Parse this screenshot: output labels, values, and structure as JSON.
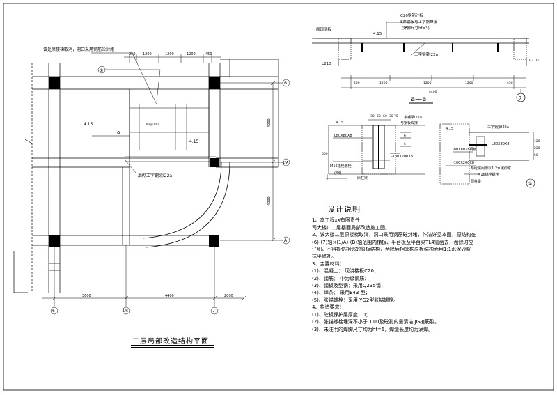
{
  "plan": {
    "title": "二层局部改造结构平面",
    "top_note": "该处原楼梯取消，洞口采用钢筋砼封堵",
    "dims_top": [
      "250",
      "1200",
      "1200",
      "1200",
      "450"
    ],
    "dims_bottom": [
      "3600",
      "4400",
      "2000"
    ],
    "dims_right": [
      "4000",
      "4000"
    ],
    "elev_left": "4.15",
    "elev_mid": "4.15",
    "section_mark": "a",
    "callout": "①",
    "beam_label": "后砌工字钢梁I22a",
    "anchor_label": "M8@100",
    "axes_right": [
      "B",
      "1/A",
      "A"
    ],
    "axes_bottom": [
      "6",
      "1/6",
      "7"
    ]
  },
  "section": {
    "title": "a—a",
    "axis": "7",
    "slab": "C20钢筋砼板",
    "rebar": "8厚钢板与工字钢焊接",
    "rebar_note": "(焊脚尺寸hf=3)",
    "existing": "原现浇板",
    "beam": "工字钢梁I22a",
    "elev": "4.15",
    "left_beam": "L210",
    "right_beam": "L210",
    "dims": [
      "250",
      "1200",
      "1200",
      "1200",
      "450"
    ],
    "total": "4400"
  },
  "detail_left": {
    "elev": "4.15",
    "dims_top": [
      "30",
      "60",
      "60",
      "30",
      "70"
    ],
    "beam": "工字钢梁I22a",
    "weld": "与钢板焊接",
    "plate": "L80X80X8",
    "height": "500",
    "bolt": "M16锚栓螺栓",
    "bolt_count": "(4X)",
    "plate2": "-100X200X8",
    "base": "原柱梁",
    "weld_sym": "6"
  },
  "detail_right": {
    "elev": "4.15",
    "beam": "工字钢梁I22a",
    "plate": "L80X80X8",
    "plate2": "-80X80X8钢板",
    "plate3": "-100X200X8",
    "grout": "与砼梁间隙以1:2水泥砂浆",
    "bolt": "M16锚栓螺栓",
    "base": "原柱梁",
    "callout": "①",
    "dim_a": "120",
    "dim_b": "220",
    "dim_c": "50"
  },
  "notes": {
    "title": "设计说明",
    "lines": [
      "1、本工程xx有限责任",
      "   司大楼）二层楼面局部改造施工图。",
      "2、该大楼二层原楼梯取消，洞口采用钢筋砼封堵，作法详见本图，原结构在",
      "   (6)-(7)轴×(1/A)-(B)轴范围内梯板、平台板及平台梁TL4需凿去，凿除时应",
      "   仔细，不得损伤相邻的原板结构，凿除后相邻构原板结构面用1:1水泥砂浆",
      "   抹平修补。",
      "3、主要材料：",
      "   (1)、混凝土：  现浇楼板C20；",
      "   (2)、钢筋：   中为级钢筋；",
      "   (3)、钢板及型钢：采用Q235钢；",
      "   (4)、焊条：  采用E43  型；",
      "   (5)、胀锚螺栓：采用 YG2型胀锚螺栓。",
      "4、构造要求：",
      "   (1)、砼板保护层厚度    10；",
      "   (2)、胀锚螺栓埋深不小于    11D及砼孔内需清洁  JG植筋胶。",
      "   (3)、未注明的焊脚尺寸均为hf=6，焊缝长度均为满焊。"
    ]
  }
}
